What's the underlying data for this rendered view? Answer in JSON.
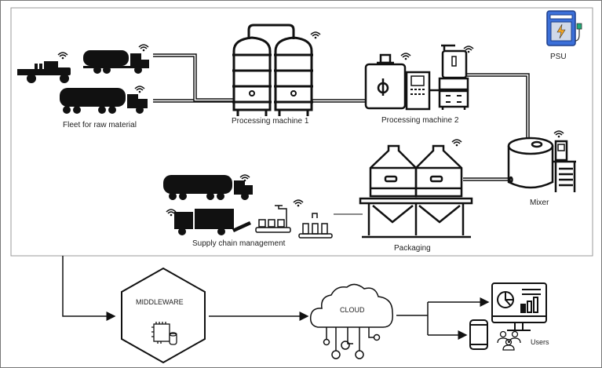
{
  "labels": {
    "fleet": "Fleet for raw material",
    "machine1": "Processing machine 1",
    "machine2": "Processing machine 2",
    "psu": "PSU",
    "mixer": "Mixer",
    "packaging": "Packaging",
    "supply_chain": "Supply chain management",
    "middleware": "MIDDLEWARE",
    "cloud": "CLOUD",
    "users": "Users"
  },
  "colors": {
    "line": "#111111",
    "psu_blue": "#3b6fd8",
    "psu_bolt": "#f5a623",
    "frame": "#888888"
  }
}
